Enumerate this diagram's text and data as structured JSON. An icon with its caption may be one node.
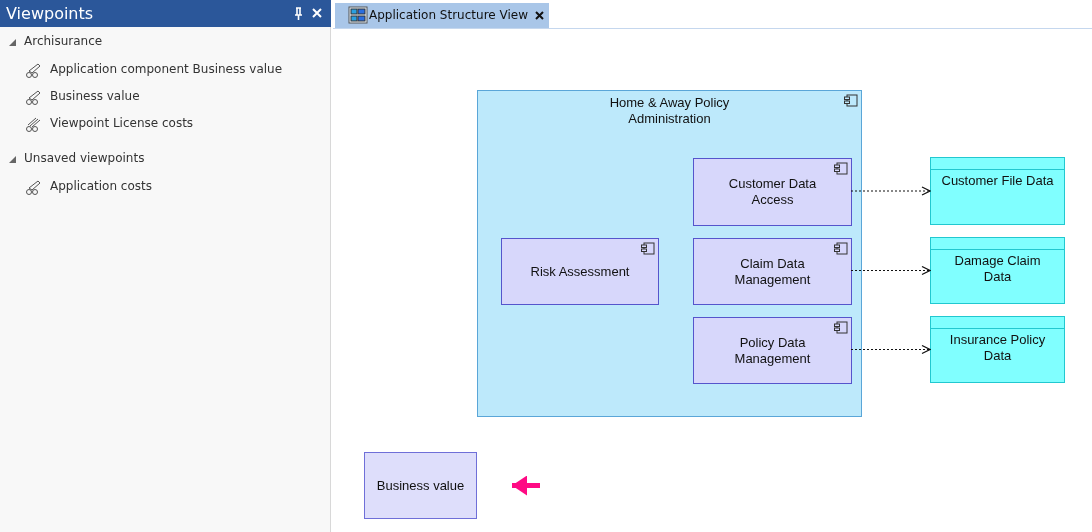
{
  "diagram": {
    "nodes": [
      {
        "text": [
          "Home & Away Policy Administration"
        ]
      },
      {
        "text": [
          "Customer Data Access"
        ],
        "in": 0
      },
      {
        "text": [
          "Risk Assessment"
        ],
        "in": 0
      },
      {
        "text": [
          "Claim Data Management"
        ],
        "in": 0
      },
      {
        "text": [
          "Policy Data Management"
        ],
        "in": 0
      },
      {
        "text": [
          "Customer File Data"
        ]
      },
      {
        "text": [
          "Damage Claim Data"
        ]
      },
      {
        "text": [
          "Insurance Policy Data"
        ]
      },
      {
        "text": [
          "Business value"
        ]
      }
    ],
    "edges": [
      {
        "from": 1,
        "to": 5,
        "arrow": "to",
        "style": "dashed"
      },
      {
        "from": 3,
        "to": 6,
        "arrow": "to",
        "style": "dashed"
      },
      {
        "from": 4,
        "to": 7,
        "arrow": "to",
        "style": "dashed"
      },
      {
        "from": null,
        "to": 8,
        "arrow": "to",
        "style": "thick",
        "color": "#ff0a84"
      }
    ],
    "labels": [
      "Viewpoints",
      "Archisurance",
      "Application component Business value",
      "Business value",
      "Viewpoint License costs",
      "Unsaved viewpoints",
      "Application costs",
      "Application Structure View"
    ]
  }
}
